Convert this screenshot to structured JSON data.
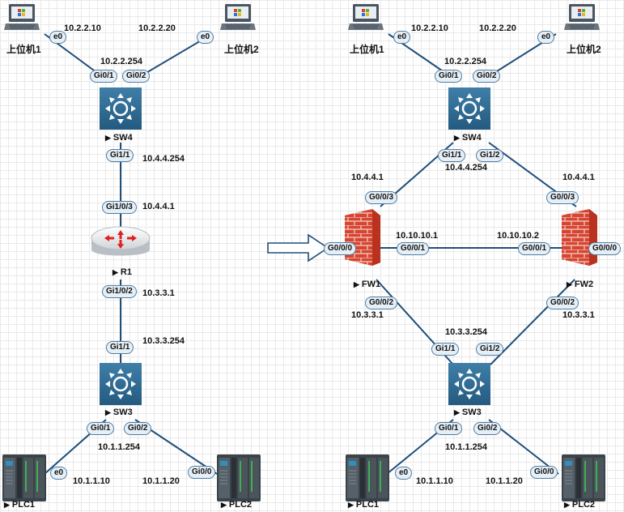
{
  "left": {
    "pc1": {
      "name": "上位机1",
      "port": "e0",
      "ip": "10.2.2.10"
    },
    "pc2": {
      "name": "上位机2",
      "port": "e0",
      "ip": "10.2.2.20"
    },
    "sw4": {
      "name": "SW4",
      "ip": "10.2.2.254",
      "ports": [
        "Gi0/1",
        "Gi0/2",
        "Gi1/1"
      ],
      "uplink_ip": "10.4.4.254"
    },
    "r1": {
      "name": "R1",
      "ports": [
        "Gi1/0/3",
        "Gi1/0/2"
      ],
      "ip_top": "10.4.4.1",
      "ip_bottom": "10.3.3.1"
    },
    "sw3": {
      "name": "SW3",
      "ports": [
        "Gi1/1",
        "Gi0/1",
        "Gi0/2"
      ],
      "uplink_ip": "10.3.3.254",
      "ip": "10.1.1.254"
    },
    "plc1": {
      "name": "PLC1",
      "port": "e0",
      "ip": "10.1.1.10"
    },
    "plc2": {
      "name": "PLC2",
      "port": "Gi0/0",
      "ip": "10.1.1.20"
    }
  },
  "right": {
    "pc1": {
      "name": "上位机1",
      "port": "e0",
      "ip": "10.2.2.10"
    },
    "pc2": {
      "name": "上位机2",
      "port": "e0",
      "ip": "10.2.2.20"
    },
    "sw4": {
      "name": "SW4",
      "ip": "10.2.2.254",
      "ports": [
        "Gi0/1",
        "Gi0/2",
        "Gi1/1",
        "Gi1/2"
      ],
      "ip_down": "10.4.4.254"
    },
    "fw1": {
      "name": "FW1",
      "ports": [
        "G0/0/3",
        "G0/0/0",
        "G0/0/1",
        "G0/0/2"
      ],
      "ip_top": "10.4.4.1",
      "ip_mid": "10.10.10.1",
      "ip_bottom": "10.3.3.1"
    },
    "fw2": {
      "name": "FW2",
      "ports": [
        "G0/0/3",
        "G0/0/1",
        "G0/0/0",
        "G0/0/2"
      ],
      "ip_top": "10.4.4.1",
      "ip_mid": "10.10.10.2",
      "ip_bottom": "10.3.3.1"
    },
    "sw3": {
      "name": "SW3",
      "ports": [
        "Gi1/1",
        "Gi1/2",
        "Gi0/1",
        "Gi0/2"
      ],
      "ip_up": "10.3.3.254",
      "ip": "10.1.1.254"
    },
    "plc1": {
      "name": "PLC1",
      "port": "e0",
      "ip": "10.1.1.10"
    },
    "plc2": {
      "name": "PLC2",
      "port": "Gi0/0",
      "ip": "10.1.1.20"
    }
  },
  "colors": {
    "link": "#1f4e79",
    "switch": "#2e6891",
    "firewall": "#d9432b",
    "port_border": "#4f7da3",
    "arrow": "#1f4e79"
  },
  "icons": {
    "pc": "computer-icon",
    "switch": "multilayer-switch-icon",
    "router": "router-icon",
    "firewall": "firewall-icon",
    "plc": "plc-icon",
    "arrow": "right-arrow-icon"
  }
}
